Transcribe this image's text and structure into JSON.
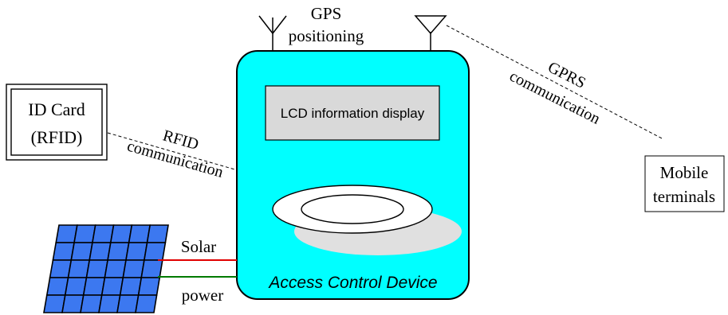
{
  "gps": {
    "line1": "GPS",
    "line2": "positioning"
  },
  "gprs": {
    "line1": "GPRS",
    "line2": "communication"
  },
  "rfid": {
    "line1": "RFID",
    "line2": "communication"
  },
  "id_card": {
    "line1": "ID Card",
    "line2": "(RFID)"
  },
  "mobile": {
    "line1": "Mobile",
    "line2": "terminals"
  },
  "lcd": {
    "label": "LCD information display"
  },
  "device": {
    "label": "Access Control Device"
  },
  "solar": {
    "line1": "Solar",
    "line2": "power"
  },
  "colors": {
    "device_fill": "#00ffff",
    "lcd_fill": "#d9d9d9",
    "panel_cell": "#3c78f0",
    "solar_wire_top": "#e00000",
    "solar_wire_bottom": "#007a00"
  }
}
